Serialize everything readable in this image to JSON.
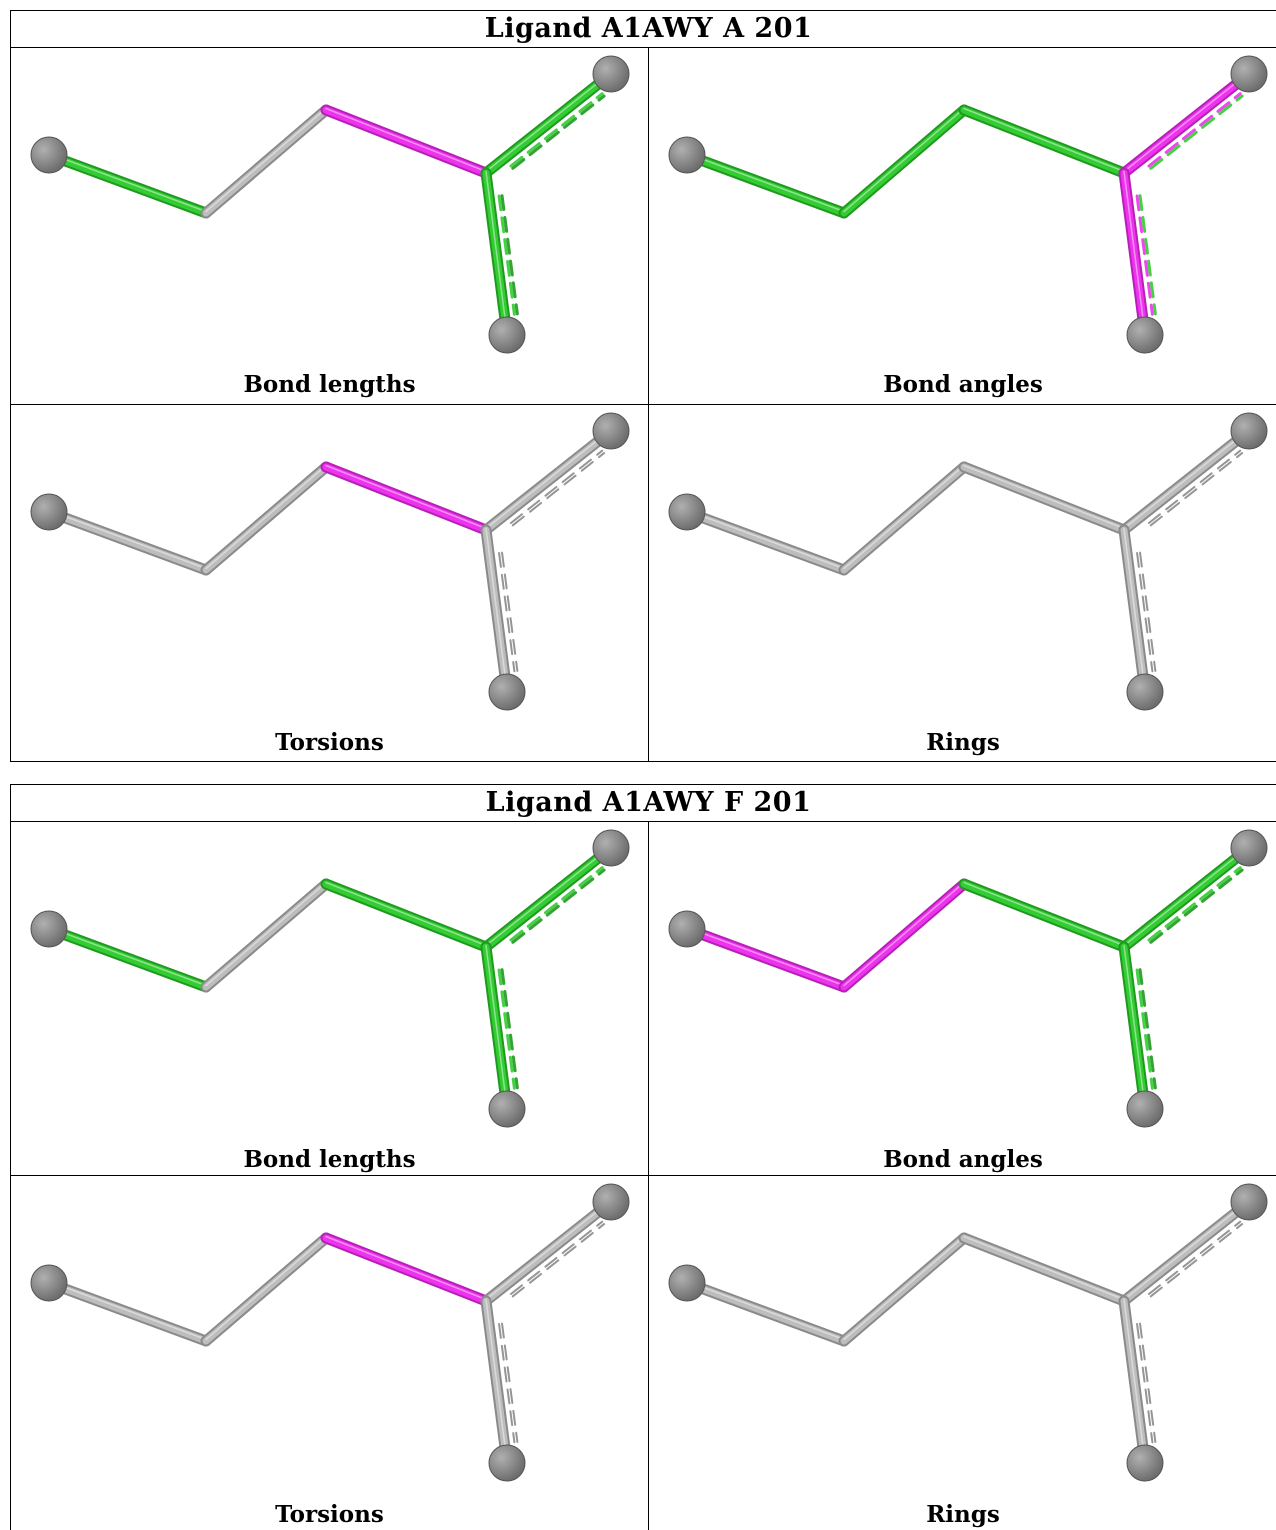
{
  "tables": [
    {
      "title": "Ligand A1AWY A 201",
      "cells": [
        {
          "label": "Bond lengths",
          "bonds": [
            "green",
            "grey",
            "magenta",
            "green",
            "green"
          ],
          "dashes": [
            "green",
            "green"
          ]
        },
        {
          "label": "Bond angles",
          "bonds": [
            "green",
            "green",
            "green",
            "magenta",
            "magenta"
          ],
          "dashes": [
            "magenta-green",
            "magenta-green"
          ]
        },
        {
          "label": "Torsions",
          "bonds": [
            "grey",
            "grey",
            "magenta",
            "grey",
            "grey"
          ],
          "dashes": [
            "grey",
            "grey"
          ]
        },
        {
          "label": "Rings",
          "bonds": [
            "grey",
            "grey",
            "grey",
            "grey",
            "grey"
          ],
          "dashes": [
            "grey",
            "grey"
          ]
        }
      ]
    },
    {
      "title": "Ligand A1AWY F 201",
      "cells": [
        {
          "label": "Bond lengths",
          "bonds": [
            "green",
            "grey",
            "green",
            "green",
            "green"
          ],
          "dashes": [
            "green",
            "green"
          ]
        },
        {
          "label": "Bond angles",
          "bonds": [
            "magenta",
            "magenta",
            "green",
            "green",
            "green"
          ],
          "dashes": [
            "green",
            "green"
          ]
        },
        {
          "label": "Torsions",
          "bonds": [
            "grey",
            "grey",
            "magenta",
            "grey",
            "grey"
          ],
          "dashes": [
            "grey",
            "grey"
          ]
        },
        {
          "label": "Rings",
          "bonds": [
            "grey",
            "grey",
            "grey",
            "grey",
            "grey"
          ],
          "dashes": [
            "grey",
            "grey"
          ]
        }
      ]
    }
  ],
  "colors": {
    "green": "#33cc33",
    "green_dark": "#1f9a1f",
    "magenta": "#ee33ee",
    "magenta_dark": "#b81fb8",
    "grey": "#bdbdbd",
    "grey_dark": "#8a8a8a",
    "atom": "#6e6e6e",
    "atom_highlight": "#b0b0b0"
  }
}
